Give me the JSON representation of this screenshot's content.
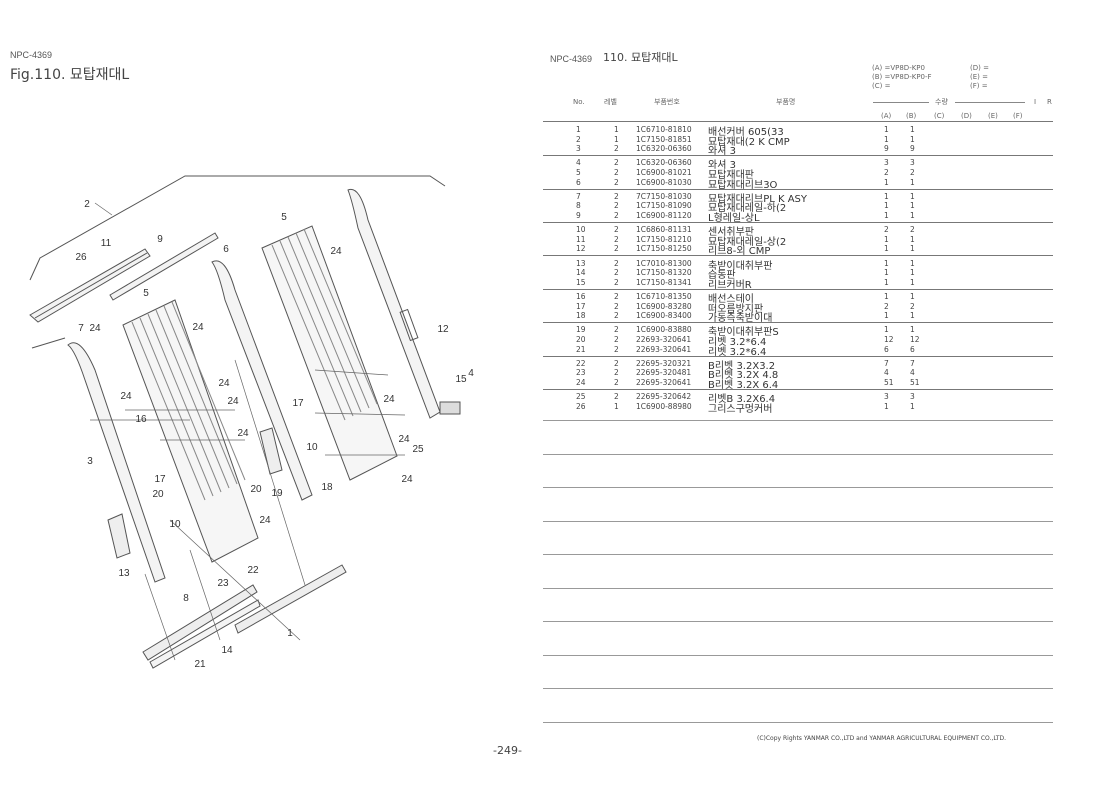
{
  "left": {
    "code": "NPC-4369",
    "figure_title": "Fig.110.  묘탑재대L"
  },
  "right": {
    "code": "NPC-4369",
    "title": "110.  묘탑재대L",
    "models": {
      "A": "(A) =VP8D-KP0",
      "B": "(B) =VP8D-KP0-F",
      "C": "(C) =",
      "D": "(D) =",
      "E": "(E) =",
      "F": "(F) ="
    },
    "headers": {
      "no": "No.",
      "level": "레벨",
      "part_no": "부품번호",
      "part_name": "부품명",
      "qty": "수량",
      "i": "I",
      "r": "R",
      "cols": [
        "(A)",
        "(B)",
        "(C)",
        "(D)",
        "(E)",
        "(F)"
      ]
    },
    "rows": [
      {
        "no": "1",
        "lv": "1",
        "pn": "1C6710-81810",
        "name": "배선커버 605(33",
        "a": "1",
        "b": "1"
      },
      {
        "no": "2",
        "lv": "1",
        "pn": "1C7150-81851",
        "name": "묘탑재대(2 K CMP",
        "a": "1",
        "b": "1"
      },
      {
        "no": "3",
        "lv": "2",
        "pn": "1C6320-06360",
        "name": "와셔 3",
        "a": "9",
        "b": "9"
      },
      {
        "no": "4",
        "lv": "2",
        "pn": "1C6320-06360",
        "name": "와셔 3",
        "a": "3",
        "b": "3"
      },
      {
        "no": "5",
        "lv": "2",
        "pn": "1C6900-81021",
        "name": "묘탑재대판",
        "a": "2",
        "b": "2"
      },
      {
        "no": "6",
        "lv": "2",
        "pn": "1C6900-81030",
        "name": "묘탑재대리브3O",
        "a": "1",
        "b": "1"
      },
      {
        "no": "7",
        "lv": "2",
        "pn": "7C7150-81030",
        "name": "묘탑재대리브PL K ASY",
        "a": "1",
        "b": "1"
      },
      {
        "no": "8",
        "lv": "2",
        "pn": "1C7150-81090",
        "name": "묘탑재대레일-하(2",
        "a": "1",
        "b": "1"
      },
      {
        "no": "9",
        "lv": "2",
        "pn": "1C6900-81120",
        "name": "L형레일-상L",
        "a": "1",
        "b": "1"
      },
      {
        "no": "10",
        "lv": "2",
        "pn": "1C6860-81131",
        "name": "센서취부판",
        "a": "2",
        "b": "2"
      },
      {
        "no": "11",
        "lv": "2",
        "pn": "1C7150-81210",
        "name": "묘탑재대레일-상(2",
        "a": "1",
        "b": "1"
      },
      {
        "no": "12",
        "lv": "2",
        "pn": "1C7150-81250",
        "name": "리브8-외 CMP",
        "a": "1",
        "b": "1"
      },
      {
        "no": "13",
        "lv": "2",
        "pn": "1C7010-81300",
        "name": "축받이대취부판",
        "a": "1",
        "b": "1"
      },
      {
        "no": "14",
        "lv": "2",
        "pn": "1C7150-81320",
        "name": "습동판",
        "a": "1",
        "b": "1"
      },
      {
        "no": "15",
        "lv": "2",
        "pn": "1C7150-81341",
        "name": "리브커버R",
        "a": "1",
        "b": "1"
      },
      {
        "no": "16",
        "lv": "2",
        "pn": "1C6710-81350",
        "name": "배선스테이",
        "a": "1",
        "b": "1"
      },
      {
        "no": "17",
        "lv": "2",
        "pn": "1C6900-83280",
        "name": "떠오름방지판",
        "a": "2",
        "b": "2"
      },
      {
        "no": "18",
        "lv": "2",
        "pn": "1C6900-83400",
        "name": "가동측축받이대",
        "a": "1",
        "b": "1"
      },
      {
        "no": "19",
        "lv": "2",
        "pn": "1C6900-83880",
        "name": "축받이대취부판S",
        "a": "1",
        "b": "1"
      },
      {
        "no": "20",
        "lv": "2",
        "pn": "22693-320641",
        "name": "리벳 3.2*6.4",
        "a": "12",
        "b": "12"
      },
      {
        "no": "21",
        "lv": "2",
        "pn": "22693-320641",
        "name": "리벳 3.2*6.4",
        "a": "6",
        "b": "6"
      },
      {
        "no": "22",
        "lv": "2",
        "pn": "22695-320321",
        "name": "B리벳 3.2X3.2",
        "a": "7",
        "b": "7"
      },
      {
        "no": "23",
        "lv": "2",
        "pn": "22695-320481",
        "name": "B리벳 3.2X 4.8",
        "a": "4",
        "b": "4"
      },
      {
        "no": "24",
        "lv": "2",
        "pn": "22695-320641",
        "name": "B리벳 3.2X 6.4",
        "a": "51",
        "b": "51"
      },
      {
        "no": "25",
        "lv": "2",
        "pn": "22695-320642",
        "name": "리벳B 3.2X6.4",
        "a": "3",
        "b": "3"
      },
      {
        "no": "26",
        "lv": "1",
        "pn": "1C6900-88980",
        "name": "그리스구멍커버",
        "a": "1",
        "b": "1"
      }
    ],
    "copyright": "(C)Copy Rights YANMAR CO.,LTD and YANMAR AGRICULTURAL EQUIPMENT CO.,LTD."
  },
  "page_number": "-249-",
  "diagram": {
    "callouts": [
      "2",
      "11",
      "26",
      "9",
      "6",
      "5",
      "24",
      "5",
      "24",
      "12",
      "7",
      "24",
      "24",
      "16",
      "24",
      "24",
      "3",
      "24",
      "17",
      "20",
      "20",
      "19",
      "10",
      "24",
      "13",
      "22",
      "23",
      "8",
      "14",
      "1",
      "21",
      "17",
      "24",
      "10",
      "24",
      "25",
      "18",
      "24",
      "15",
      "4"
    ]
  }
}
